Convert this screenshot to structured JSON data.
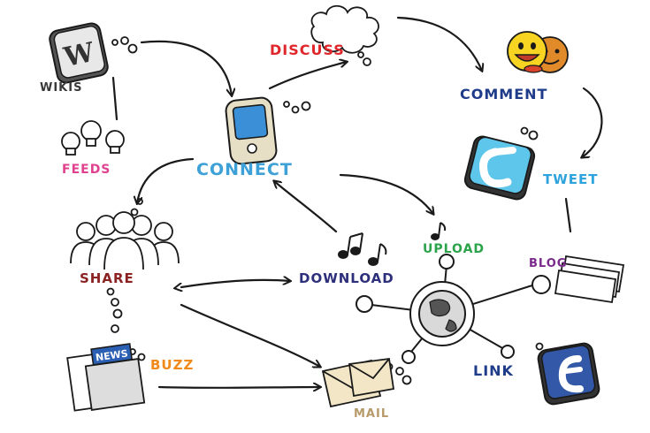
{
  "labels": {
    "wikis": "WIKIS",
    "discuss": "DISCUSS",
    "comment": "COMMENT",
    "feeds": "FEEDS",
    "connect": "CONNECT",
    "tweet": "TWEET",
    "share": "SHARE",
    "download": "DOWNLOAD",
    "upload": "UPLOAD",
    "blog": "BLOG",
    "buzz": "BUZZ",
    "mail": "MAIL",
    "link": "LINK"
  },
  "icons": {
    "wiki_letter": "W",
    "news_text": "NEWS"
  },
  "colors": {
    "discuss": "#e0262b",
    "comment": "#1f3c8a",
    "feeds": "#e0418f",
    "connect": "#3da1d8",
    "tweet": "#2ea3dc",
    "share": "#8a2222",
    "download": "#2d2f7a",
    "upload": "#2aa34a",
    "blog": "#7a2a8c",
    "buzz": "#f08a1c",
    "mail": "#b89a6a",
    "link": "#1f3c8a",
    "wikis": "#3a3a3a",
    "ink": "#1a1a1a"
  }
}
